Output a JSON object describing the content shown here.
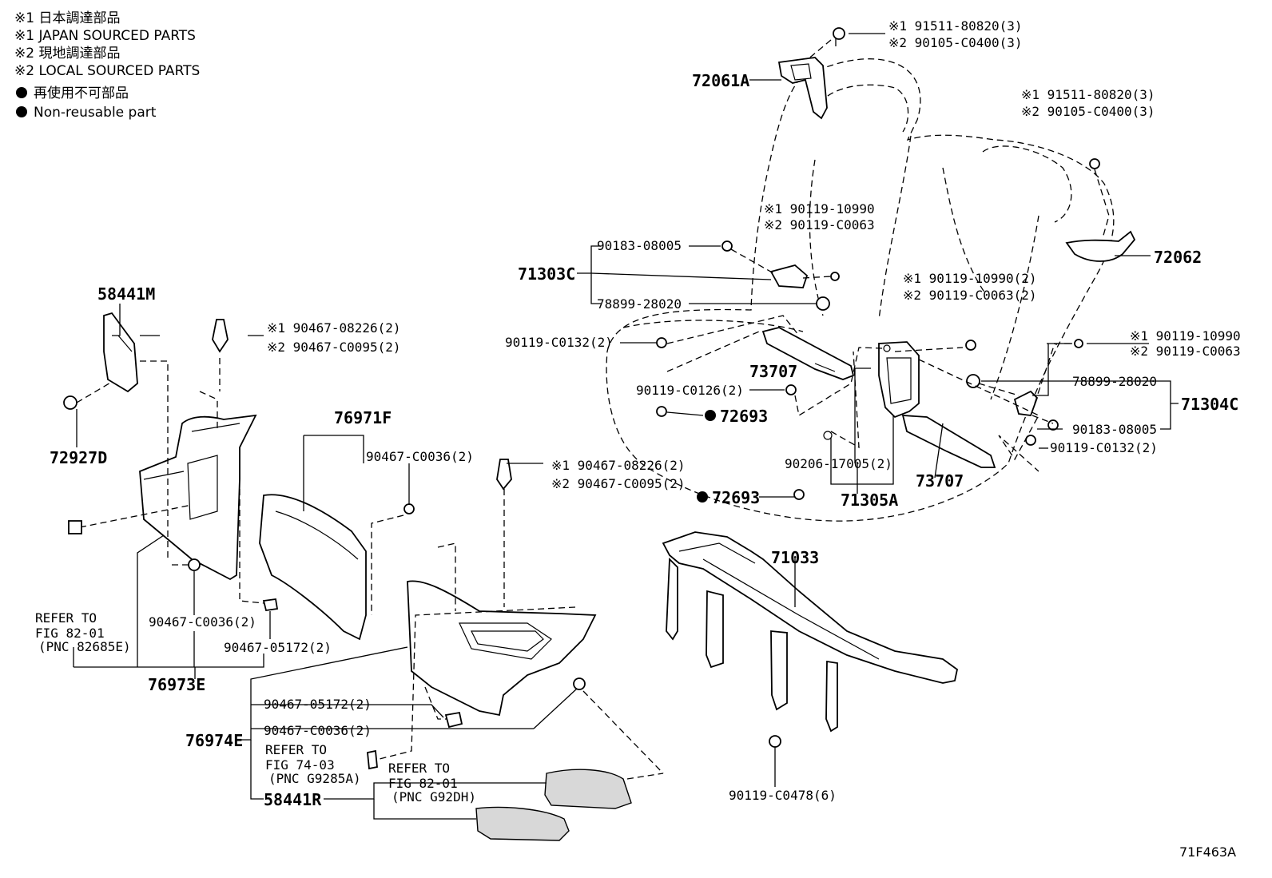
{
  "legend": [
    "※1 日本調達部品",
    "※1 JAPAN SOURCED PARTS",
    "※2 現地調達部品",
    "※2 LOCAL SOURCED PARTS",
    "再使用不可部品",
    "Non-reusable part"
  ],
  "figure_id": "71F463A",
  "callouts": {
    "c72061A": "72061A",
    "c72062": "72062",
    "c71303C": "71303C",
    "c71304C": "71304C",
    "c71305A": "71305A",
    "c73707a": "73707",
    "c73707b": "73707",
    "c72693a": "72693",
    "c72693b": "72693",
    "c71033": "71033",
    "c58441M": "58441M",
    "c72927D": "72927D",
    "c76971F": "76971F",
    "c76973E": "76973E",
    "c76974E": "76974E",
    "c58441R": "58441R"
  },
  "parts": {
    "p_tl_1": "※1 91511-80820(3)",
    "p_tl_2": "※2 90105-C0400(3)",
    "p_tr_1": "※1 91511-80820(3)",
    "p_tr_2": "※2 90105-C0400(3)",
    "p_m1_1": "※1 90119-10990",
    "p_m1_2": "※2 90119-C0063",
    "p_90183a": "90183-08005",
    "p_78899a": "78899-28020",
    "p_m2_1": "※1 90119-10990(2)",
    "p_m2_2": "※2 90119-C0063(2)",
    "p_r1_1": "※1 90119-10990",
    "p_r1_2": "※2 90119-C0063",
    "p_78899b": "78899-28020",
    "p_90183b": "90183-08005",
    "p_0132a": "90119-C0132(2)",
    "p_0132b": "90119-C0132(2)",
    "p_0126": "90119-C0126(2)",
    "p_90206": "90206-17005(2)",
    "p_0478": "90119-C0478(6)",
    "p_l1_1": "※1  90467-08226(2)",
    "p_l1_2": "※2  90467-C0095(2)",
    "p_c2_1": "※1  90467-08226(2)",
    "p_c2_2": "※2  90467-C0095(2)",
    "p_0036a": "90467-C0036(2)",
    "p_0036b": "90467-C0036(2)",
    "p_0036c": "90467-C0036(2)",
    "p_05172a": "90467-05172(2)",
    "p_05172b": "90467-05172(2)"
  },
  "refs": {
    "r1": [
      "REFER TO",
      "FIG 82-01",
      "(PNC 82685E)"
    ],
    "r2": [
      "REFER TO",
      "FIG 74-03",
      "(PNC G9285A)"
    ],
    "r3": [
      "REFER TO",
      "FIG 82-01",
      "(PNC G92DH)"
    ]
  }
}
